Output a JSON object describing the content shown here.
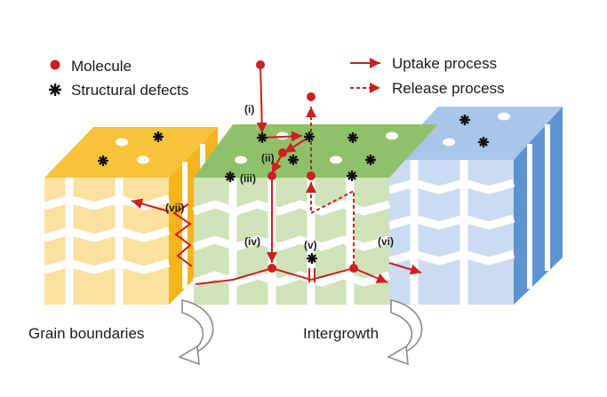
{
  "legend": {
    "molecule": "Molecule",
    "structural_defects": "Structural defects",
    "uptake": "Uptake process",
    "release": "Release process"
  },
  "labels": {
    "grain_boundaries": "Grain boundaries",
    "intergrowth": "Intergrowth"
  },
  "steps": [
    "(i)",
    "(ii)",
    "(iii)",
    "(iv)",
    "(v)",
    "(vi)",
    "(vii)"
  ],
  "colors": {
    "yellow_face": "#fbe1a0",
    "yellow_top": "#f6c33a",
    "yellow_side": "#f3b41e",
    "green_face": "#cfe2b8",
    "green_top": "#8fc16a",
    "blue_face": "#c9dcf2",
    "blue_top": "#a7c6ea",
    "blue_side": "#5d93d3",
    "arrow": "#cc1f1f",
    "defect": "#111111",
    "curve_arrow": "#8a8a8a"
  }
}
